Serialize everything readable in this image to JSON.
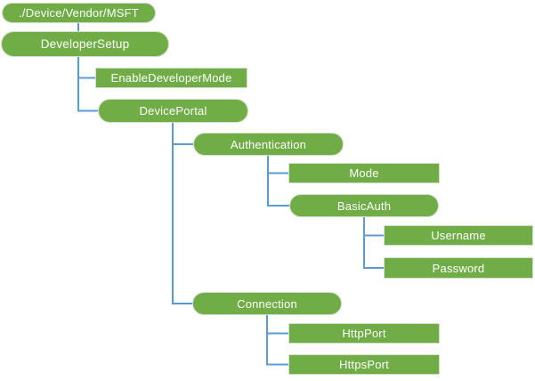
{
  "diagram": {
    "type": "tree",
    "colors": {
      "node_fill": "#70ad47",
      "node_border": "#d8ddd2",
      "node_text": "#ffffff",
      "connector": "#5b9bd5",
      "background": "#ffffff"
    },
    "nodes": [
      {
        "label": "./Device/Vendor/MSFT",
        "shape": "rounded",
        "parent": null
      },
      {
        "label": "DeveloperSetup",
        "shape": "rounded",
        "parent": "./Device/Vendor/MSFT"
      },
      {
        "label": "EnableDeveloperMode",
        "shape": "rectangle",
        "parent": "DeveloperSetup"
      },
      {
        "label": "DevicePortal",
        "shape": "rounded",
        "parent": "DeveloperSetup"
      },
      {
        "label": "Authentication",
        "shape": "rounded",
        "parent": "DevicePortal"
      },
      {
        "label": "Mode",
        "shape": "rectangle",
        "parent": "Authentication"
      },
      {
        "label": "BasicAuth",
        "shape": "rounded",
        "parent": "Authentication"
      },
      {
        "label": "Username",
        "shape": "rectangle",
        "parent": "BasicAuth"
      },
      {
        "label": "Password",
        "shape": "rectangle",
        "parent": "BasicAuth"
      },
      {
        "label": "Connection",
        "shape": "rounded",
        "parent": "DevicePortal"
      },
      {
        "label": "HttpPort",
        "shape": "rectangle",
        "parent": "Connection"
      },
      {
        "label": "HttpsPort",
        "shape": "rectangle",
        "parent": "Connection"
      }
    ]
  }
}
